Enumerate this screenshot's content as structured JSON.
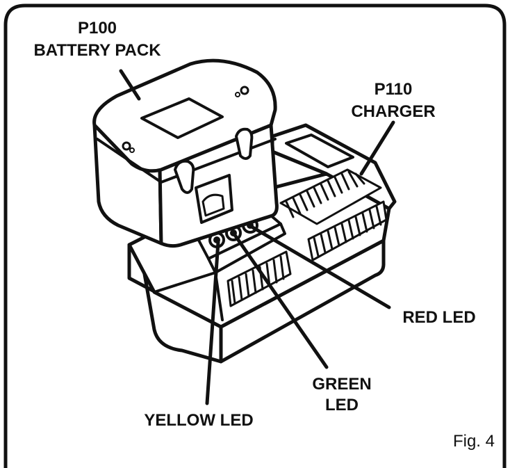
{
  "labels": {
    "battery": {
      "line1": "P100",
      "line2": "BATTERY PACK"
    },
    "charger": {
      "line1": "P110",
      "line2": "CHARGER"
    },
    "red_led": "RED LED",
    "green_led": {
      "line1": "GREEN",
      "line2": "LED"
    },
    "yellow_led": "YELLOW LED"
  },
  "figure_caption": "Fig. 4",
  "colors": {
    "ink": "#111111",
    "paper": "#ffffff"
  }
}
